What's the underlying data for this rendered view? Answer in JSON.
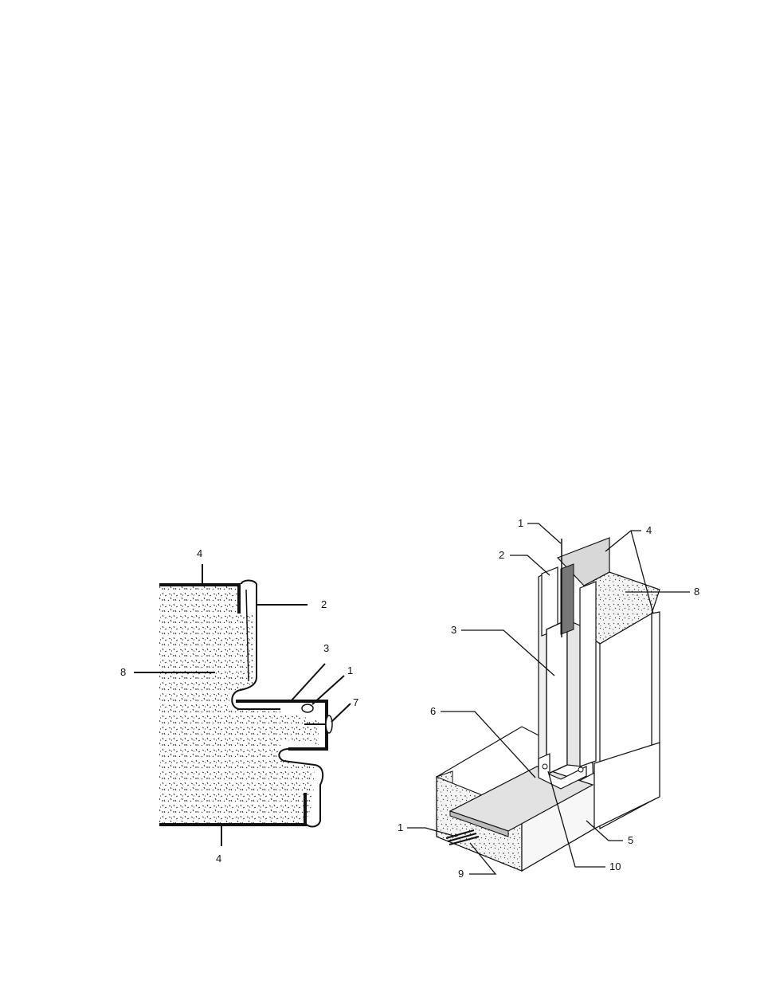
{
  "left_figure": {
    "callouts": [
      "4",
      "2",
      "8",
      "3",
      "1",
      "7",
      "4"
    ]
  },
  "right_figure": {
    "callouts": [
      "1",
      "4",
      "2",
      "8",
      "3",
      "6",
      "1",
      "5",
      "10",
      "9"
    ]
  },
  "colors": {
    "ink": "#111111",
    "insulation": "#e9e9e9",
    "panel": "#f2f2f2",
    "paper": "#ffffff"
  }
}
